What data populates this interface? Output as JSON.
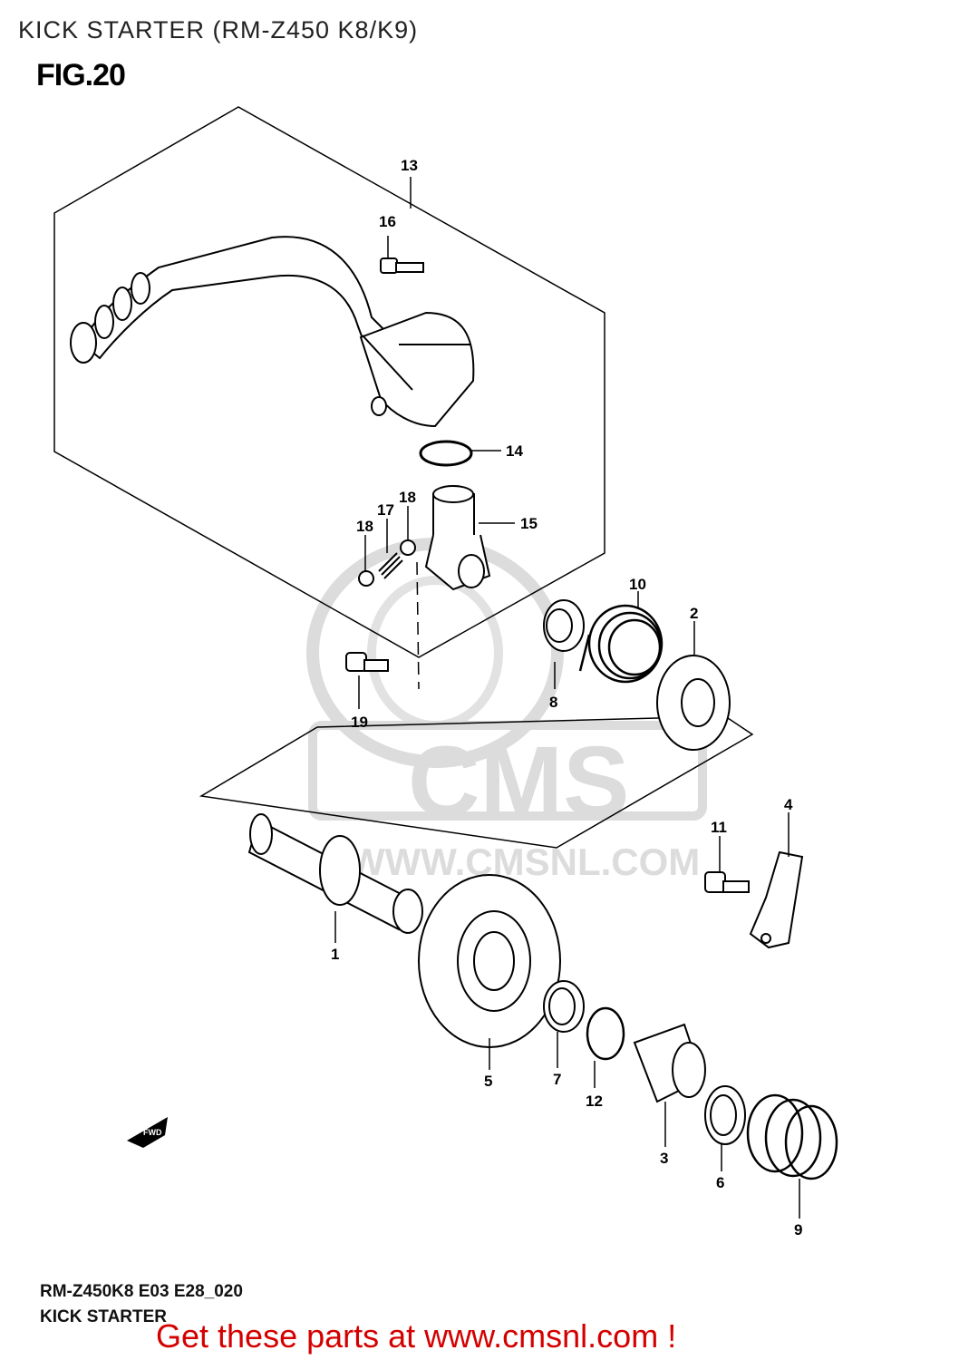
{
  "header": {
    "title": "KICK STARTER (RM-Z450 K8/K9)",
    "figure": "FIG.20"
  },
  "watermark": {
    "logo_text": "CMS",
    "url_text": "WWW.CMSNL.COM"
  },
  "fwd_marker": "FWD",
  "callouts": {
    "c1": "1",
    "c2": "2",
    "c3": "3",
    "c4": "4",
    "c5": "5",
    "c6": "6",
    "c7": "7",
    "c8": "8",
    "c9": "9",
    "c10": "10",
    "c11": "11",
    "c12": "12",
    "c13": "13",
    "c14": "14",
    "c15": "15",
    "c16": "16",
    "c17": "17",
    "c18a": "18",
    "c18b": "18",
    "c19": "19"
  },
  "footer": {
    "code": "RM-Z450K8 E03 E28_020",
    "name": "KICK STARTER"
  },
  "cta": "Get these parts at www.cmsnl.com !",
  "colors": {
    "cta": "#d40000",
    "watermark": "#d9d9d9",
    "line": "#000000"
  }
}
